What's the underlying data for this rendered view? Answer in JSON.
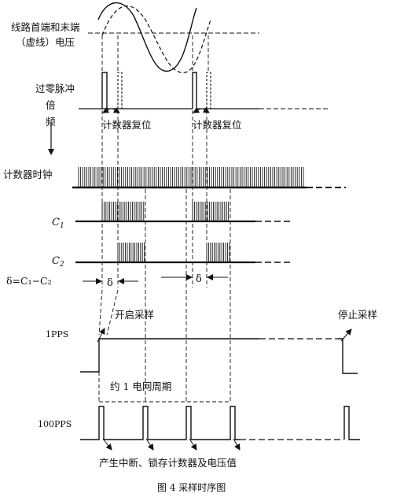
{
  "labels": {
    "voltage_line1": "线路首端和末端",
    "voltage_line2": "（虚线）电压",
    "zero_cross_line1": "过零脉冲",
    "zero_cross_line2": "倍",
    "zero_cross_line3": "频",
    "counter_reset_1": "计数器复位",
    "counter_reset_2": "计数器复位",
    "counter_clock": "计数器时钟",
    "c1_symbol": "C",
    "c1_sub": "1",
    "c2_symbol": "C",
    "c2_sub": "2",
    "delta_formula": "δ=C₁−C₂",
    "delta_1": "δ",
    "delta_2": "δ",
    "start_sampling": "开启采样",
    "stop_sampling": "停止采样",
    "pps1": "1PPS",
    "grid_period": "约 1 电网周期",
    "pps100": "100PPS",
    "interrupt_note": "产生中断、锁存计数器及电压值",
    "figure_caption": "图 4   采样时序图"
  }
}
